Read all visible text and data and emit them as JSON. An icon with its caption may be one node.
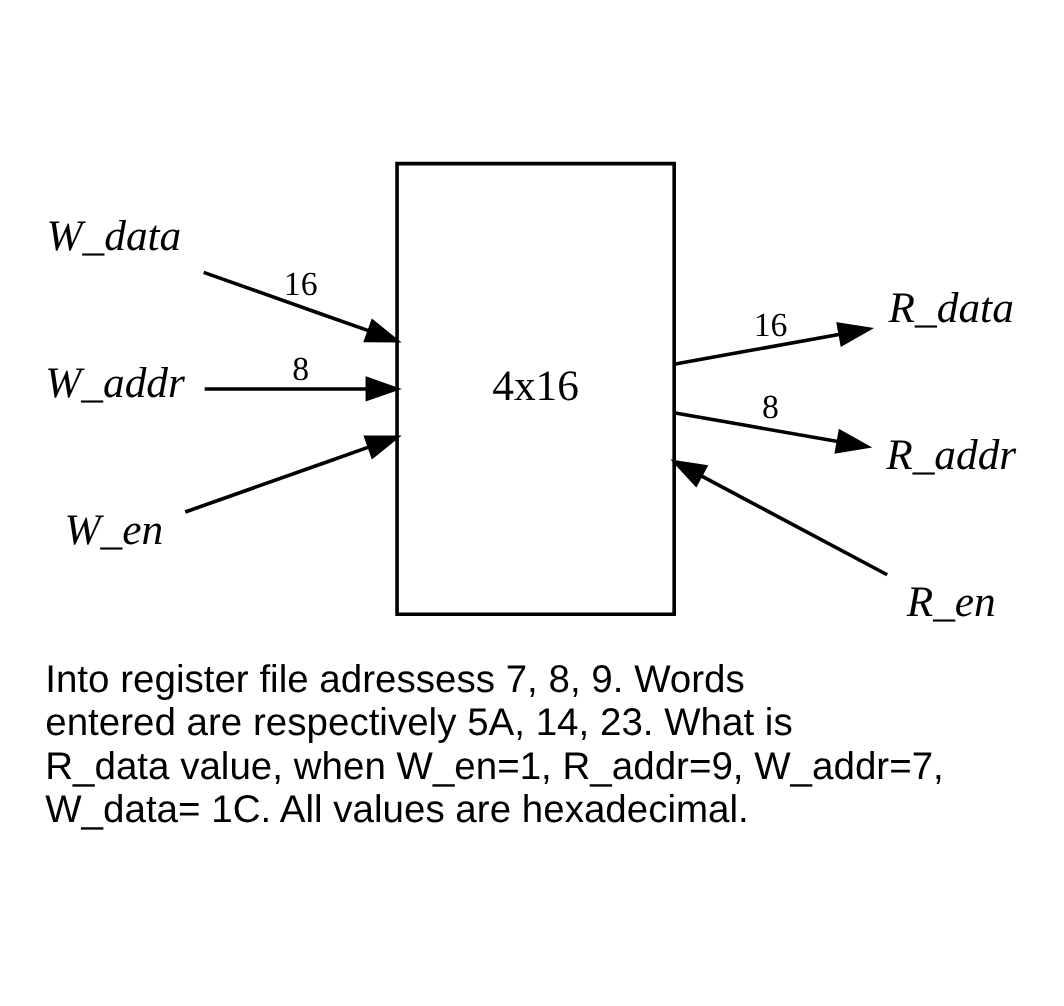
{
  "diagram": {
    "caption": "Into register file adressess 7, 8, 9. Words entered are respectively 5A, 14, 23. What is R_data value, when W_en=1, R_addr=9, W_addr=7, W_data= 1C. All values are hexadecimal.",
    "nodes": [
      {
        "text": [
          "4x16"
        ]
      },
      {
        "text": [
          "W_data"
        ]
      },
      {
        "text": [
          "W_addr"
        ]
      },
      {
        "text": [
          "W_en"
        ]
      },
      {
        "text": [
          "R_data"
        ]
      },
      {
        "text": [
          "R_addr"
        ]
      },
      {
        "text": [
          "R_en"
        ]
      }
    ],
    "edges": [
      {
        "from": 1,
        "to": 0,
        "arrow": "to",
        "label": "16"
      },
      {
        "from": 2,
        "to": 0,
        "arrow": "to",
        "label": "8"
      },
      {
        "from": 3,
        "to": 0,
        "arrow": "to"
      },
      {
        "from": 0,
        "to": 4,
        "arrow": "to",
        "label": "16"
      },
      {
        "from": 0,
        "to": 5,
        "arrow": "to",
        "label": "8"
      },
      {
        "from": 6,
        "to": 0,
        "arrow": "to"
      }
    ]
  }
}
